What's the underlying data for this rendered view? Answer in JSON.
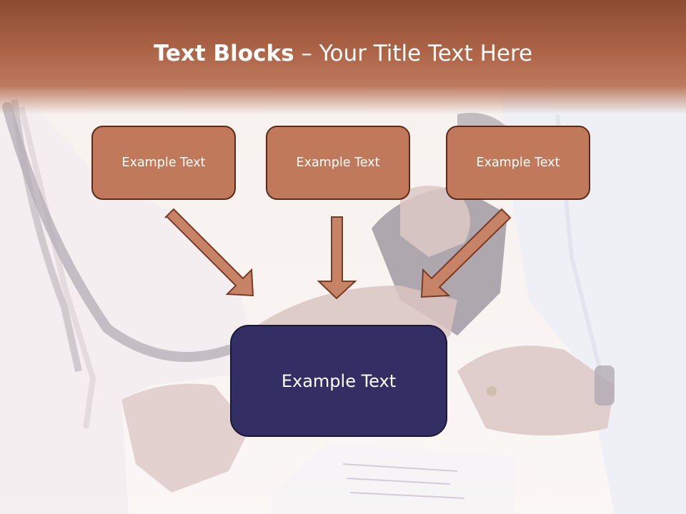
{
  "title": {
    "bold": "Text Blocks",
    "dash": " – ",
    "rest": "Your Title Text Here"
  },
  "boxes": {
    "top_left": "Example Text",
    "top_center": "Example Text",
    "top_right": "Example Text",
    "bottom": "Example Text"
  },
  "colors": {
    "header": "#a65d40",
    "box_fill": "#c07a5b",
    "box_border": "#5a2a1a",
    "bottom_box_fill": "#332e63"
  }
}
